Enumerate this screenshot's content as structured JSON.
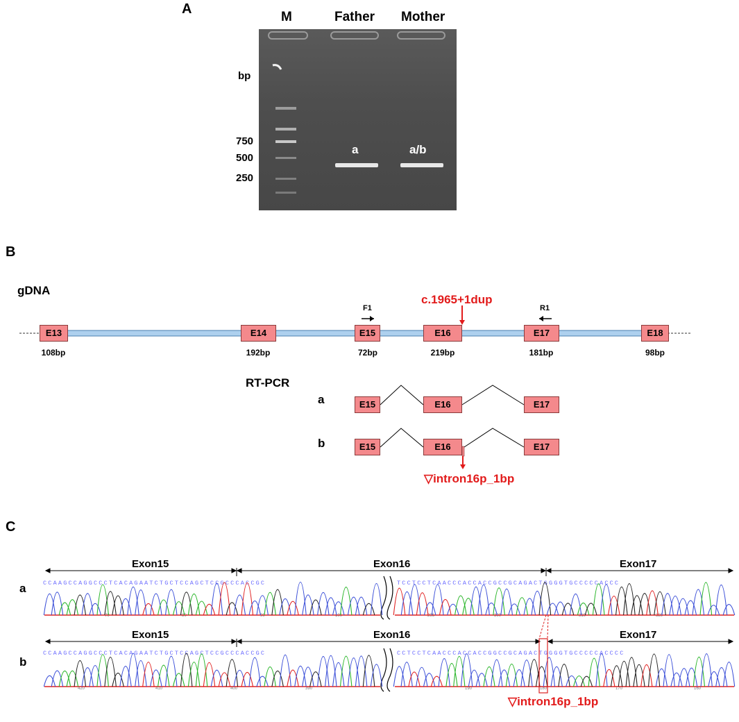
{
  "panelA": {
    "label": "A",
    "lane_headers": [
      "M",
      "Father",
      "Mother"
    ],
    "bp_title": "bp",
    "bp_markers": [
      "750",
      "500",
      "250"
    ],
    "band_labels": [
      "a",
      "a/b"
    ]
  },
  "panelB": {
    "label": "B",
    "gdna_title": "gDNA",
    "mutation": "c.1965+1dup",
    "primer_f": "F1",
    "primer_r": "R1",
    "exons": [
      {
        "name": "E13",
        "size": "108bp"
      },
      {
        "name": "E14",
        "size": "192bp"
      },
      {
        "name": "E15",
        "size": "72bp"
      },
      {
        "name": "E16",
        "size": "219bp"
      },
      {
        "name": "E17",
        "size": "181bp"
      },
      {
        "name": "E18",
        "size": "98bp"
      }
    ],
    "rtpcr_title": "RT-PCR",
    "row_a": "a",
    "row_b": "b",
    "rt_exons": [
      "E15",
      "E16",
      "E17"
    ],
    "insertion_label": "▽intron16p_1bp"
  },
  "panelC": {
    "label": "C",
    "row_a": "a",
    "row_b": "b",
    "exon_labels": [
      "Exon15",
      "Exon16",
      "Exon17"
    ],
    "seq_a_left": "CCAAGCCAGGCCCTCACAGAATCTGCTCCAGCTCCGCCCACCGC",
    "seq_a_right": "TCCTCCTCAACCCACCACCGCCGCAGACTGGGGTGCCCCCACCC",
    "seq_b_left": "CCAAGCCAGGCCCTCACAGAATCTGCTCCAGCTCCGCCCACCGC",
    "seq_b_right": "CCTCCTCAACCCACCACCGGCCGCAGACTGGGGTGCCCCCACCCC",
    "ticks_a": [
      "70",
      "80",
      "90",
      "100",
      "296",
      "300",
      "310",
      "320"
    ],
    "ticks_b": [
      "420",
      "410",
      "400",
      "390",
      "190",
      "180",
      "170",
      "160"
    ],
    "insertion_label": "▽intron16p_1bp"
  }
}
